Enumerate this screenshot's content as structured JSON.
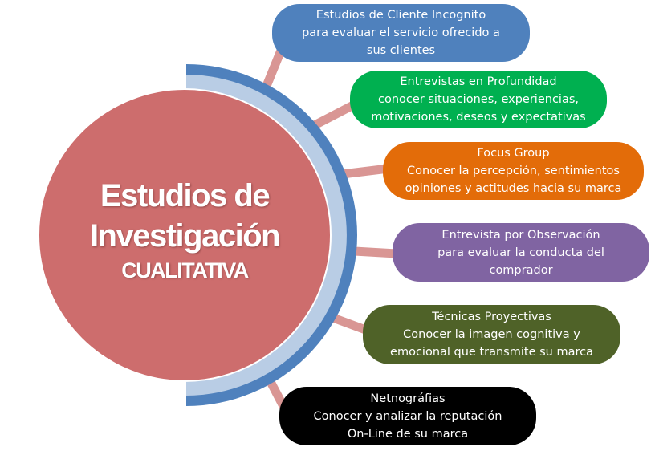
{
  "center": {
    "line1": "Estudios de",
    "line2": "Investigación",
    "line3": "CUALITATIVA",
    "color": "#CD6D6D"
  },
  "colors": {
    "arc_outer": "#4F81BD",
    "arc_inner": "#B9CDE5",
    "connector": "#D99694"
  },
  "items": [
    {
      "lines": [
        "Estudios de Cliente  Incognito",
        "para evaluar el servicio ofrecido a",
        "sus clientes"
      ],
      "color": "#4F81BD"
    },
    {
      "lines": [
        "Entrevistas en Profundidad",
        "conocer situaciones, experiencias,",
        "motivaciones, deseos y expectativas"
      ],
      "color": "#00B050"
    },
    {
      "lines": [
        "Focus Group",
        "Conocer la percepción, sentimientos",
        "opiniones y actitudes hacia su marca"
      ],
      "color": "#E36C09"
    },
    {
      "lines": [
        "Entrevista por Observación",
        "para evaluar la conducta del",
        "comprador"
      ],
      "color": "#8064A2"
    },
    {
      "lines": [
        "Técnicas Proyectivas",
        "Conocer la imagen cognitiva y",
        "emocional que transmite su marca"
      ],
      "color": "#4F6228"
    },
    {
      "lines": [
        "Netnográfias",
        "Conocer y analizar la reputación",
        "On-Line de su marca"
      ],
      "color": "#000000"
    }
  ]
}
